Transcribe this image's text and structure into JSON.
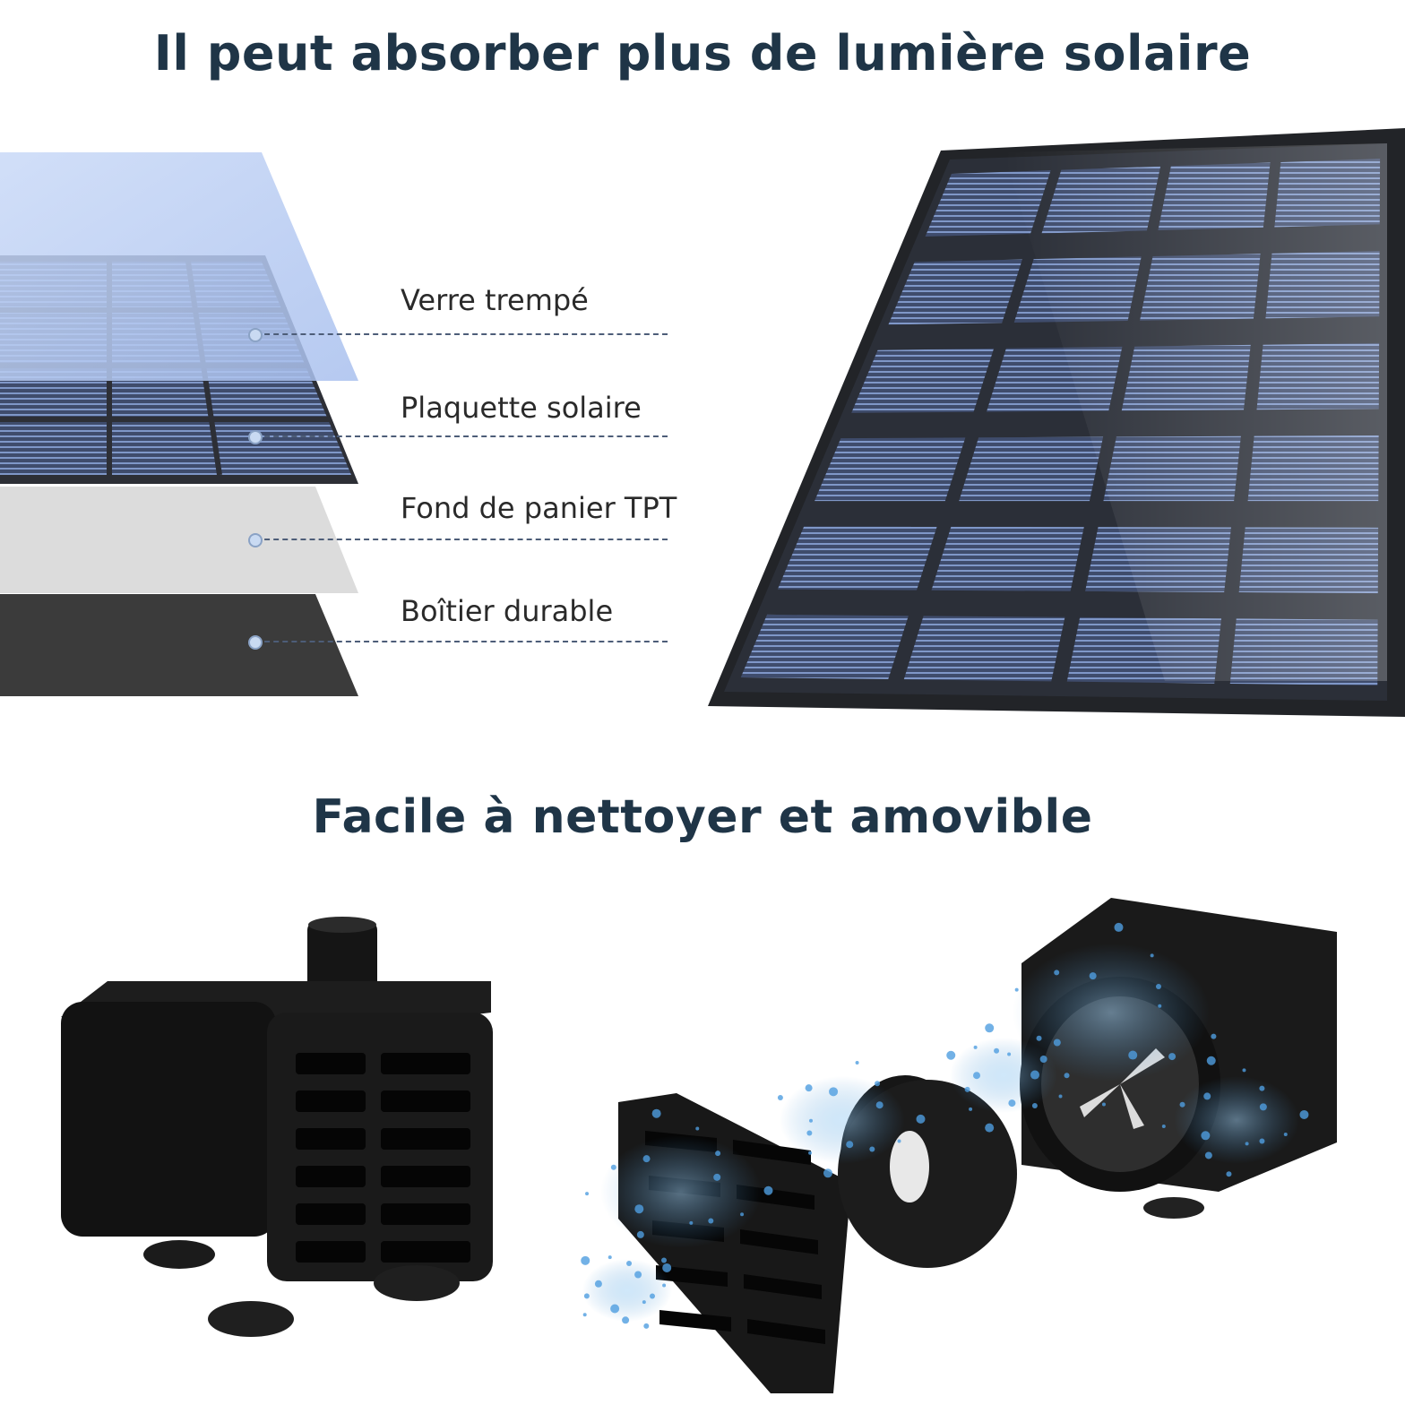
{
  "section_solar": {
    "title": "Il peut absorber plus de lumière solaire",
    "layers": [
      {
        "label": "Verre trempé",
        "icon": "tempered-glass-layer"
      },
      {
        "label": "Plaquette solaire",
        "icon": "solar-wafer-layer"
      },
      {
        "label": "Fond de panier TPT",
        "icon": "tpt-backplane-layer"
      },
      {
        "label": "Boîtier durable",
        "icon": "durable-housing-layer"
      }
    ],
    "colors": {
      "glass": "#b8ccf2",
      "cell": "#3b4660",
      "backplane": "#dcdcdc",
      "housing": "#3a3a3a",
      "title": "#1f3547"
    }
  },
  "section_pump": {
    "title": "Facile à nettoyer et amovible",
    "colors": {
      "pump": "#1b1b1b",
      "water": "#5aa6de"
    }
  }
}
